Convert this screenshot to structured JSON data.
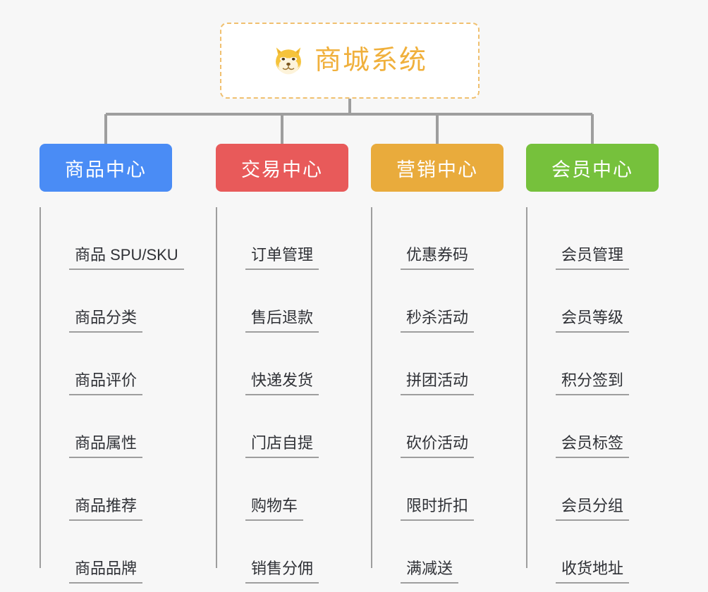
{
  "root": {
    "title": "商城系统",
    "icon": "shiba-dog-icon",
    "border_color": "#f0c070",
    "text_color": "#f0b03c",
    "background": "#ffffff"
  },
  "canvas": {
    "background": "#f7f7f7",
    "connector_color": "#9e9e9e"
  },
  "branches": [
    {
      "label": "商品中心",
      "color": "#4a8cf5",
      "items": [
        "商品 SPU/SKU",
        "商品分类",
        "商品评价",
        "商品属性",
        "商品推荐",
        "商品品牌"
      ]
    },
    {
      "label": "交易中心",
      "color": "#e85a5a",
      "items": [
        "订单管理",
        "售后退款",
        "快递发货",
        "门店自提",
        "购物车",
        "销售分佣"
      ]
    },
    {
      "label": "营销中心",
      "color": "#e9ab3c",
      "items": [
        "优惠券码",
        "秒杀活动",
        "拼团活动",
        "砍价活动",
        "限时折扣",
        "满减送"
      ]
    },
    {
      "label": "会员中心",
      "color": "#76c13c",
      "items": [
        "会员管理",
        "会员等级",
        "积分签到",
        "会员标签",
        "会员分组",
        "收货地址"
      ]
    }
  ]
}
